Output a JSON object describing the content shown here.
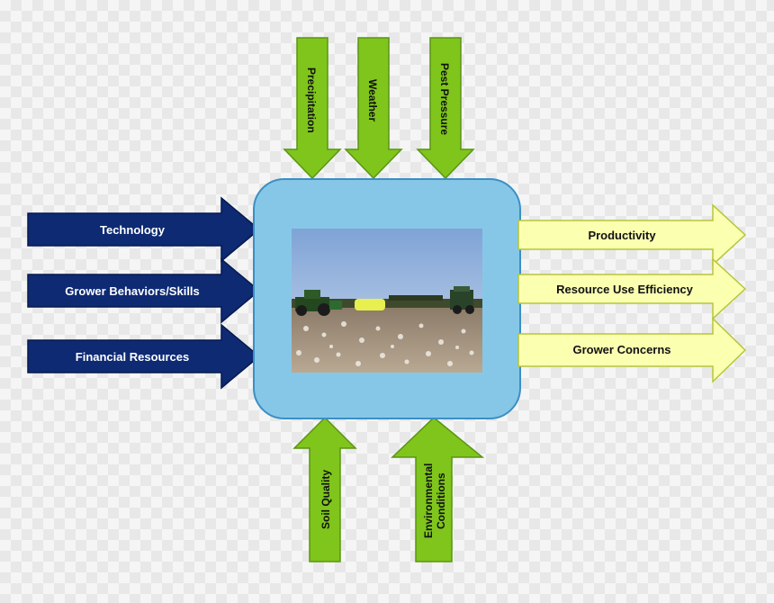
{
  "colors": {
    "input_arrow": "#0d2a73",
    "input_arrow_stroke": "#06194d",
    "top_arrow": "#7fc51c",
    "top_arrow_stroke": "#5a9512",
    "output_arrow": "#fbffb0",
    "output_arrow_stroke": "#b5c63a",
    "center_box": "#86c7e8",
    "center_box_stroke": "#3b8fc4"
  },
  "left_inputs": [
    {
      "label": "Technology"
    },
    {
      "label": "Grower Behaviors/Skills"
    },
    {
      "label": "Financial Resources"
    }
  ],
  "top_inputs": [
    {
      "label": "Precipitation"
    },
    {
      "label": "Weather"
    },
    {
      "label": "Pest Pressure"
    }
  ],
  "bottom_inputs": [
    {
      "label": "Soil Quality"
    },
    {
      "label_line1": "Environmental",
      "label_line2": "Conditions"
    }
  ],
  "outputs": [
    {
      "label": "Productivity"
    },
    {
      "label": "Resource Use Efficiency"
    },
    {
      "label": "Grower Concerns"
    }
  ],
  "center": {
    "photo_icon": "cotton-field-photo-icon"
  }
}
